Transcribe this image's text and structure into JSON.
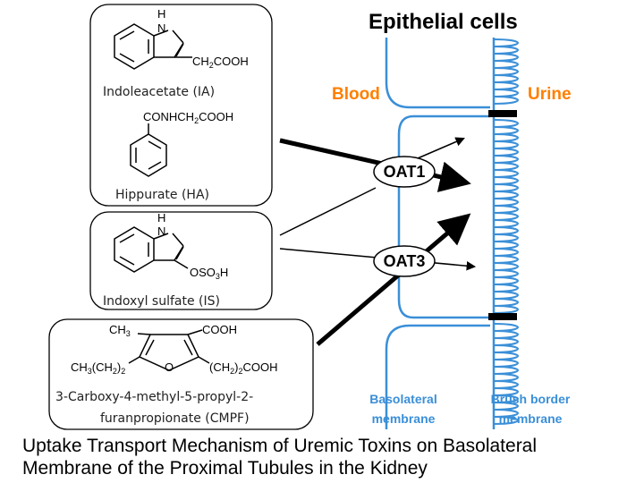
{
  "title": "Epithelial cells",
  "blood_label": "Blood",
  "urine_label": "Urine",
  "basolateral_label": [
    "Basolateral",
    "membrane"
  ],
  "brush_border_label": [
    "Brush border",
    "membrane"
  ],
  "transporters": [
    "OAT1",
    "OAT3"
  ],
  "compounds": {
    "ia": {
      "caption": "Indoleacetate (IA)",
      "nh": "H",
      "n": "N",
      "group": "CH",
      "group_sub": "2",
      "group_tail": "COOH"
    },
    "ha": {
      "caption": "Hippurate (HA)",
      "group": "CONHCH",
      "group_sub": "2",
      "group_tail": "COOH"
    },
    "is": {
      "caption": "Indoxyl sulfate (IS)",
      "nh": "H",
      "n": "N",
      "group": "OSO",
      "group_sub": "3",
      "group_tail": "H"
    },
    "cmpf": {
      "caption_lines": [
        "3-Carboxy-4-methyl-5-propyl-2-",
        "furanpropionate (CMPF)"
      ],
      "ch3": "CH",
      "ch3_sub": "3",
      "cooh": "COOH",
      "propyl": "CH",
      "propyl_sub1": "3",
      "propyl_mid": "(CH",
      "propyl_sub2": "2",
      "propyl_tail": ")",
      "propyl_sub3": "2",
      "o": "O",
      "chain": "(CH",
      "chain_sub1": "2",
      "chain_tail": ")",
      "chain_sub2": "2",
      "chain_end": "COOH"
    }
  },
  "footer": [
    "Uptake Transport Mechanism of Uremic Toxins on Basolateral",
    "Membrane of the Proximal Tubules in the Kidney"
  ],
  "colors": {
    "membrane": "#3a8fd8",
    "orange": "#ff7f00",
    "label_blue": "#3a8fd8",
    "junction": "#000000"
  }
}
